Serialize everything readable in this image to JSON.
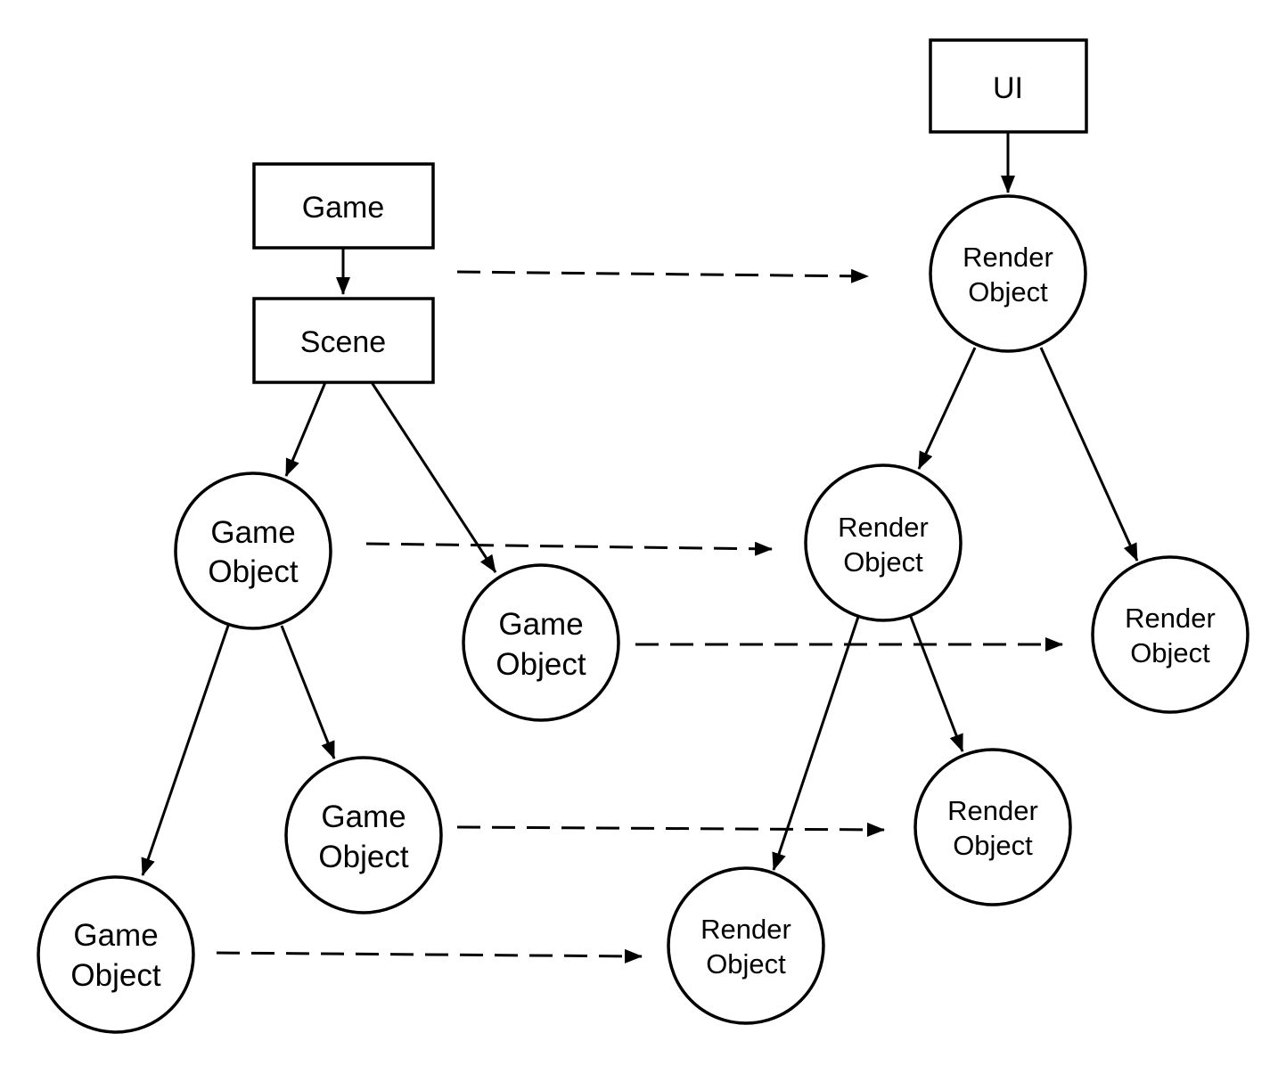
{
  "diagram": {
    "nodes": {
      "ui": {
        "label": "UI"
      },
      "game": {
        "label": "Game"
      },
      "scene": {
        "label": "Scene"
      },
      "game_object_1": {
        "line1": "Game",
        "line2": "Object"
      },
      "game_object_2": {
        "line1": "Game",
        "line2": "Object"
      },
      "game_object_3": {
        "line1": "Game",
        "line2": "Object"
      },
      "game_object_4": {
        "line1": "Game",
        "line2": "Object"
      },
      "render_object_root": {
        "line1": "Render",
        "line2": "Object"
      },
      "render_object_1": {
        "line1": "Render",
        "line2": "Object"
      },
      "render_object_2": {
        "line1": "Render",
        "line2": "Object"
      },
      "render_object_3": {
        "line1": "Render",
        "line2": "Object"
      },
      "render_object_4": {
        "line1": "Render",
        "line2": "Object"
      }
    },
    "hierarchy_edges": [
      [
        "ui",
        "render_object_root"
      ],
      [
        "game",
        "scene"
      ],
      [
        "scene",
        "game_object_1"
      ],
      [
        "scene",
        "game_object_2"
      ],
      [
        "game_object_1",
        "game_object_3"
      ],
      [
        "game_object_1",
        "game_object_4"
      ],
      [
        "render_object_root",
        "render_object_1"
      ],
      [
        "render_object_root",
        "render_object_2"
      ],
      [
        "render_object_1",
        "render_object_3"
      ],
      [
        "render_object_1",
        "render_object_4"
      ]
    ],
    "mapping_edges": [
      [
        "game",
        "render_object_root"
      ],
      [
        "game_object_1",
        "render_object_1"
      ],
      [
        "game_object_2",
        "render_object_2"
      ],
      [
        "game_object_3",
        "render_object_3"
      ],
      [
        "game_object_4",
        "render_object_4"
      ]
    ]
  }
}
